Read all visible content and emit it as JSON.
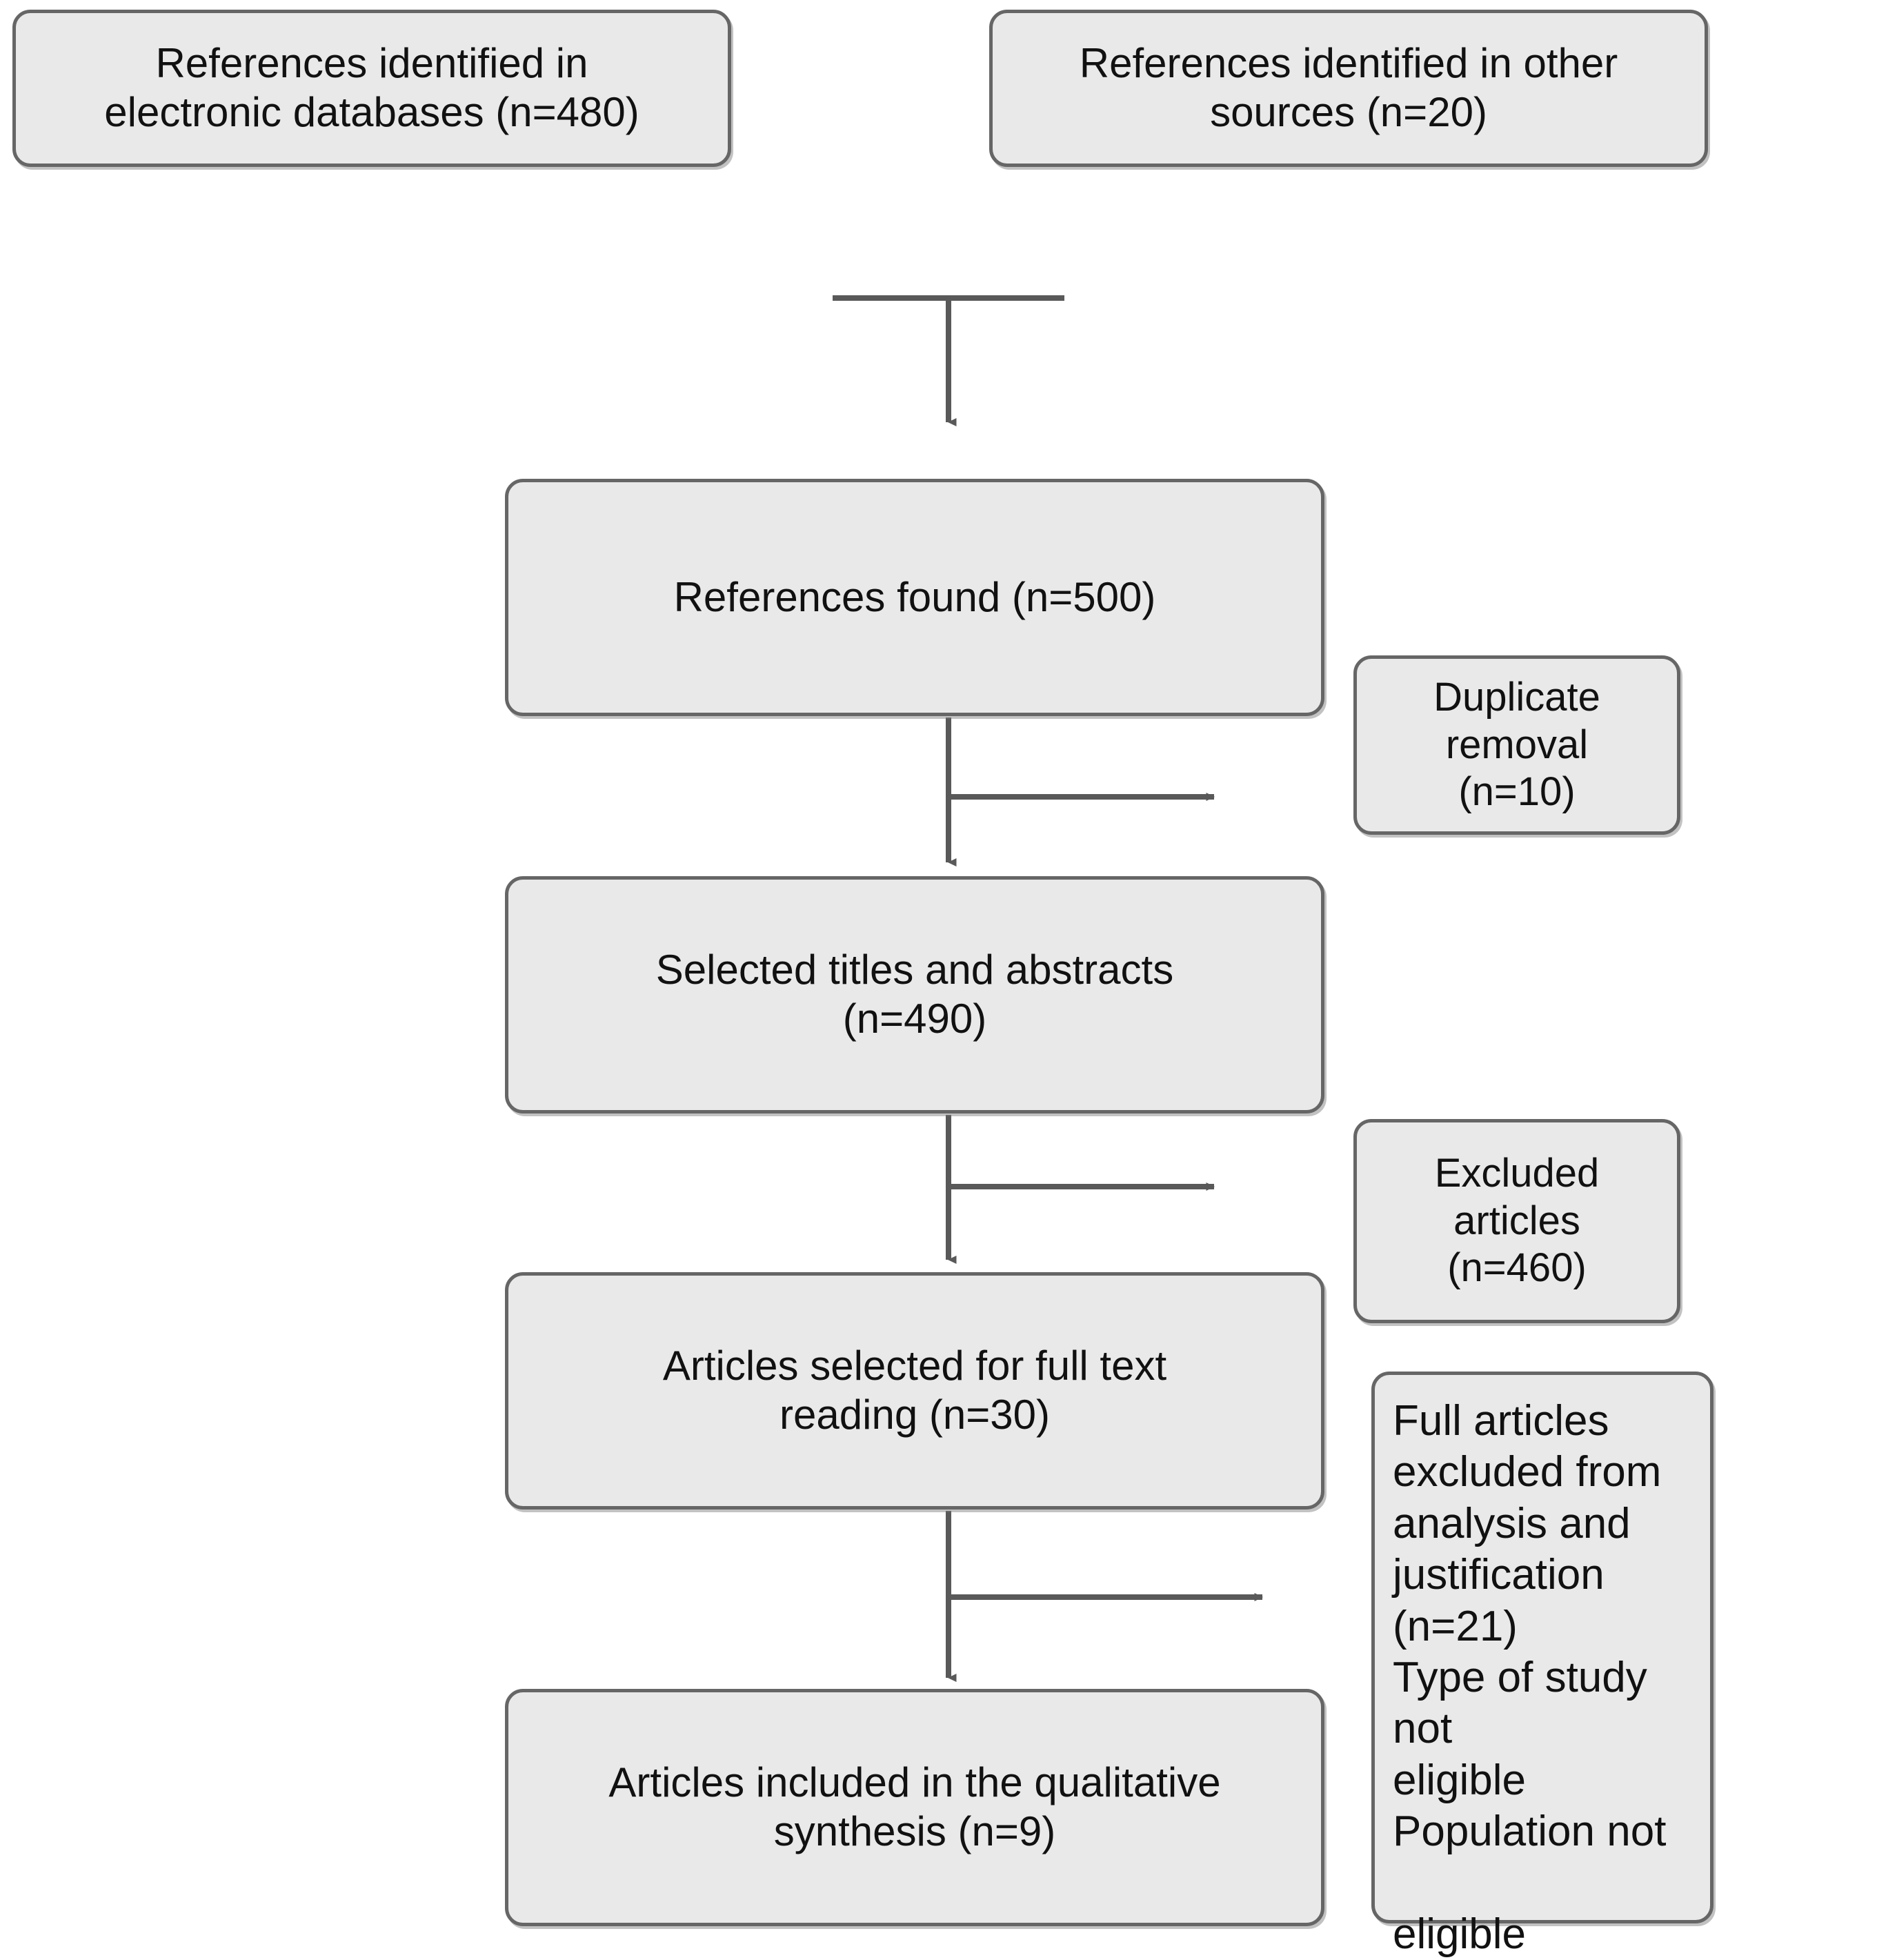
{
  "diagram": {
    "title": "PRISMA study selection flow diagram",
    "colors": {
      "box_fill": "#e9e9e9",
      "box_border": "#666666",
      "connector": "#595959",
      "text": "#111111",
      "background": "#ffffff"
    },
    "nodes": {
      "databases": {
        "label": "References identified in\nelectronic databases (n=480)",
        "count": 480
      },
      "other_sources": {
        "label": "References identified in other\nsources (n=20)",
        "count": 20
      },
      "references_found": {
        "label": "References found (n=500)",
        "count": 500
      },
      "duplicate_removal": {
        "label": "Duplicate removal\n(n=10)",
        "count": 10
      },
      "selected_titles": {
        "label": "Selected titles and abstracts\n(n=490)",
        "count": 490
      },
      "excluded_articles": {
        "label": "Excluded articles\n(n=460)",
        "count": 460
      },
      "full_text_selected": {
        "label": "Articles selected for full text\nreading (n=30)",
        "count": 30
      },
      "full_articles_excluded": {
        "label": "Full articles\nexcluded from\nanalysis and\njustification (n=21)\nType of study not\neligible\nPopulation not\n\neligible",
        "count": 21
      },
      "included_qualitative": {
        "label": "Articles included in the qualitative\nsynthesis (n=9)",
        "count": 9
      }
    },
    "connectors": [
      {
        "name": "merge-to-references-found",
        "type": "tee-down-arrow"
      },
      {
        "name": "references-found-to-selected-titles",
        "type": "down-arrow"
      },
      {
        "name": "references-found-to-duplicate-removal",
        "type": "right-arrow"
      },
      {
        "name": "selected-titles-to-full-text",
        "type": "down-arrow"
      },
      {
        "name": "selected-titles-to-excluded-articles",
        "type": "right-arrow"
      },
      {
        "name": "full-text-to-included",
        "type": "down-arrow"
      },
      {
        "name": "full-text-to-full-articles-excluded",
        "type": "right-arrow"
      }
    ]
  }
}
